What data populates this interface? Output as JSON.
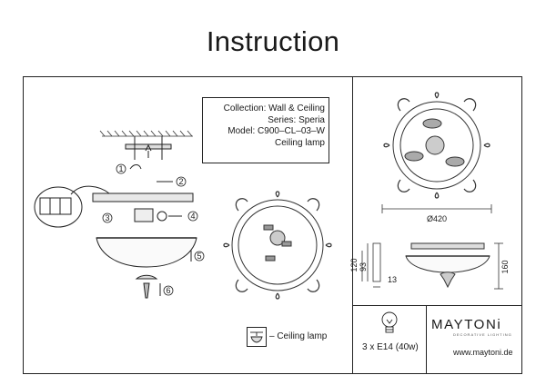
{
  "page": {
    "title": "Instruction"
  },
  "info": {
    "collection": "Collection: Wall & Ceiling",
    "series": "Series: Speria",
    "model": "Model: C900–CL–03–W",
    "type": "Ceiling lamp"
  },
  "steps": [
    "1",
    "2",
    "3",
    "4",
    "5",
    "6"
  ],
  "dimensions": {
    "diameter": "Ø420",
    "h120": "120",
    "h93": "93",
    "w13": "13",
    "h160": "160"
  },
  "legend": {
    "text": "– Ceiling lamp"
  },
  "bulb": {
    "spec": "3 x E14 (40w)"
  },
  "brand": {
    "name": "MAYTONi",
    "tagline": "DECORATIVE LIGHTING",
    "website": "www.maytoni.de"
  }
}
